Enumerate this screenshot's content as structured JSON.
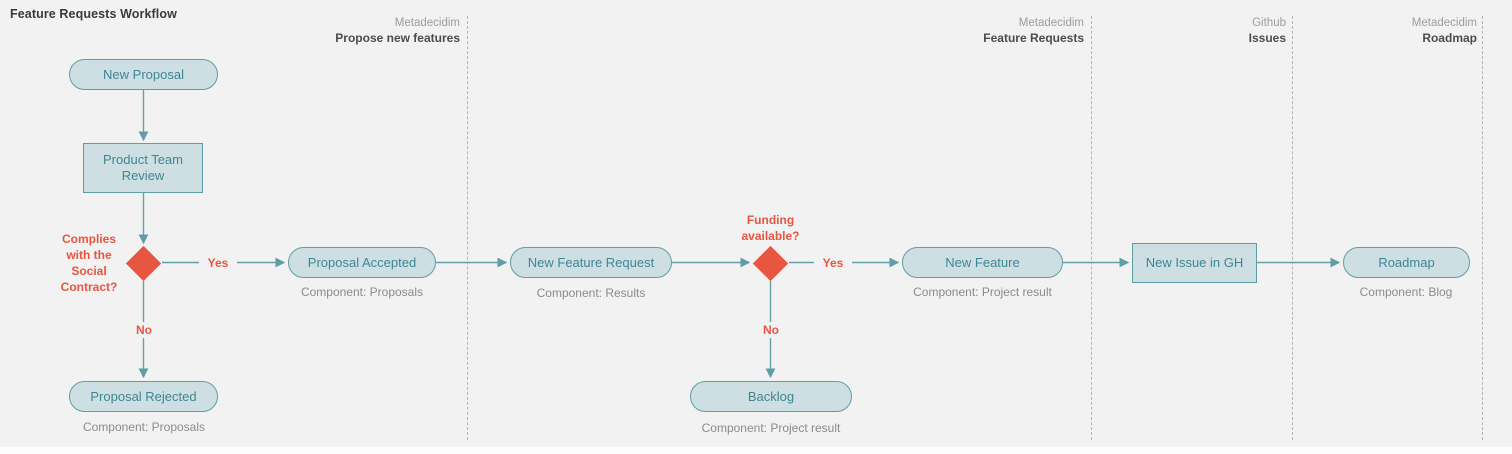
{
  "title": "Feature Requests Workflow",
  "colors": {
    "background": "#f2f2f2",
    "node_fill": "#cddfe2",
    "node_border": "#5f9da7",
    "node_text": "#3e8695",
    "connector": "#64a0aa",
    "decision_red": "#e85540",
    "component_text": "#8b8b8b",
    "header_org": "#9d9d9d",
    "header_name": "#4c4c4c",
    "divider": "#b5b5b5"
  },
  "sections": [
    {
      "org": "Metadecidim",
      "name": "Propose new features"
    },
    {
      "org": "Metadecidim",
      "name": "Feature Requests"
    },
    {
      "org": "Github",
      "name": "Issues"
    },
    {
      "org": "Metadecidim",
      "name": "Roadmap"
    }
  ],
  "nodes": {
    "new_proposal": {
      "label": "New Proposal"
    },
    "product_team_review": {
      "label": "Product Team Review"
    },
    "decision_social_contract": {
      "question": "Complies with the Social Contract?",
      "yes_label": "Yes",
      "no_label": "No"
    },
    "proposal_accepted": {
      "label": "Proposal Accepted",
      "component": "Component: Proposals"
    },
    "proposal_rejected": {
      "label": "Proposal Rejected",
      "component": "Component: Proposals"
    },
    "new_feature_request": {
      "label": "New Feature Request",
      "component": "Component: Results"
    },
    "decision_funding": {
      "question": "Funding available?",
      "yes_label": "Yes",
      "no_label": "No"
    },
    "new_feature": {
      "label": "New Feature",
      "component": "Component: Project result"
    },
    "backlog": {
      "label": "Backlog",
      "component": "Component: Project result"
    },
    "new_issue_gh": {
      "label": "New Issue in GH"
    },
    "roadmap": {
      "label": "Roadmap",
      "component": "Component: Blog"
    }
  }
}
